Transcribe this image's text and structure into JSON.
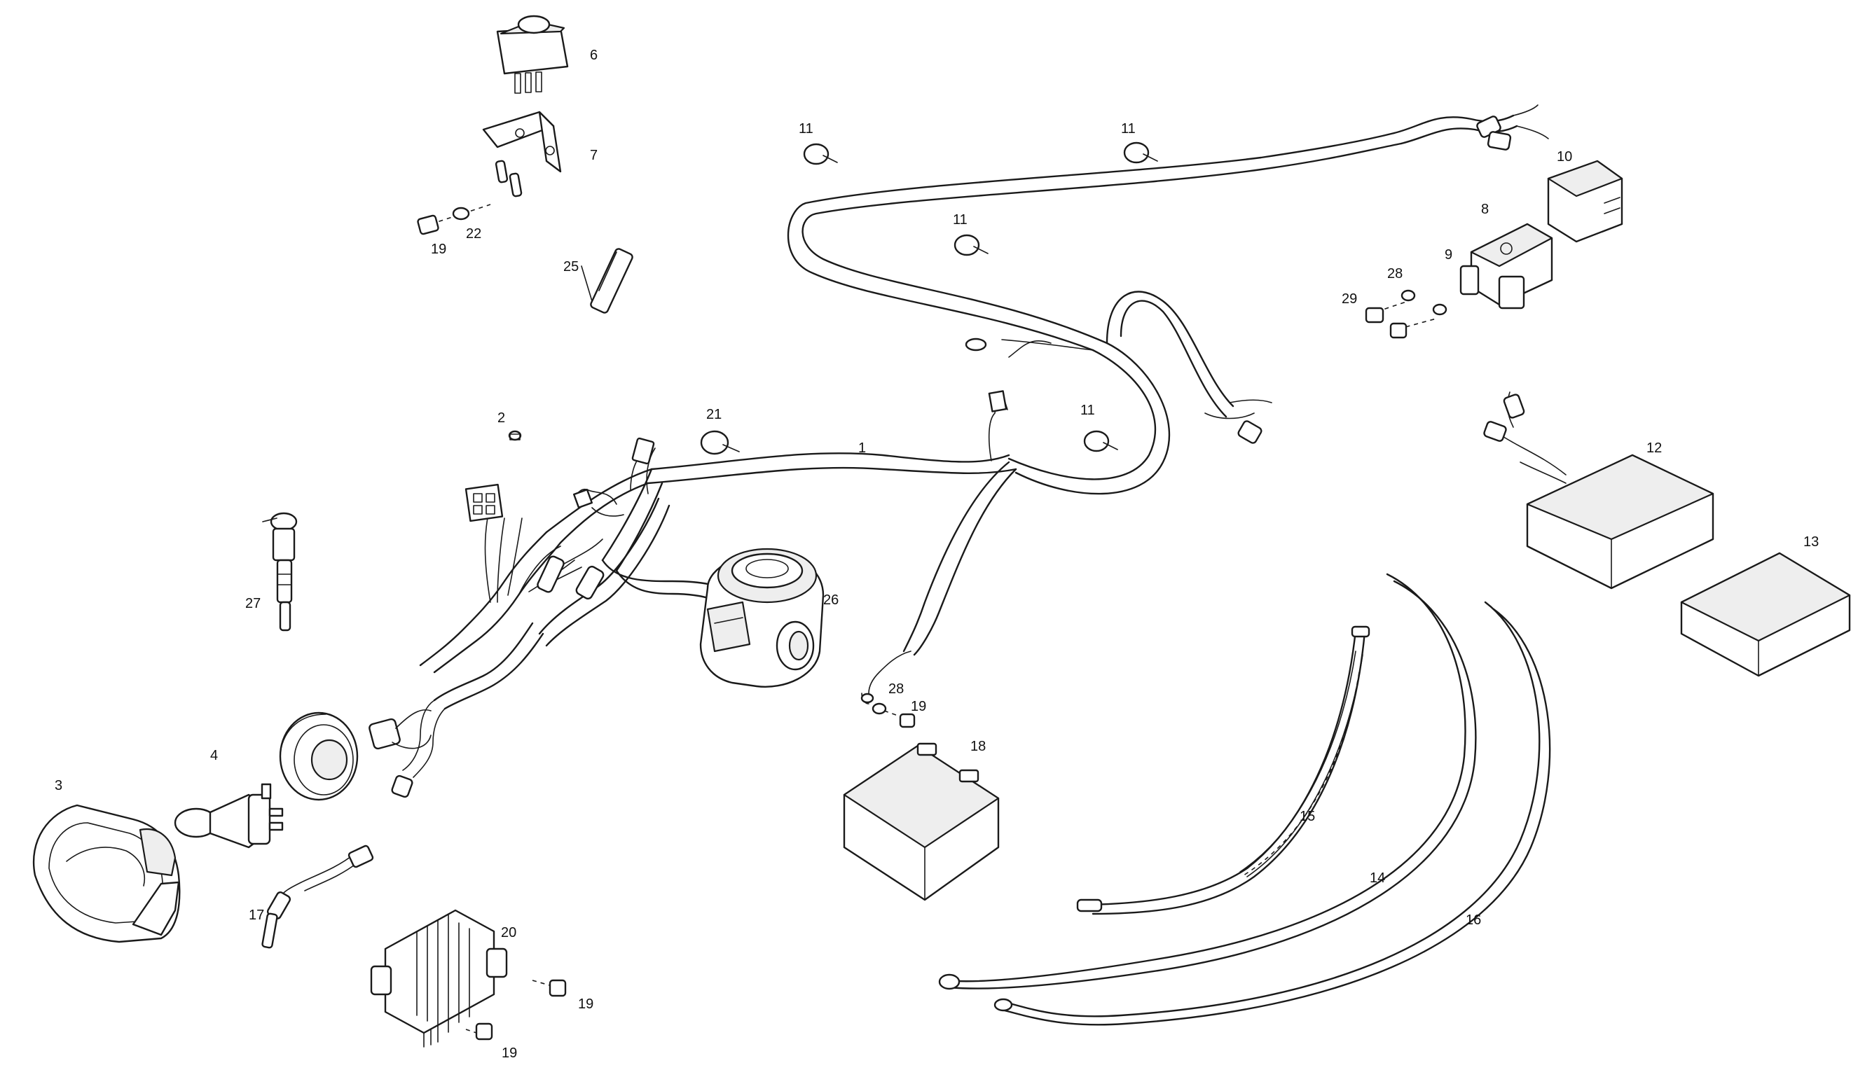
{
  "callouts": [
    "1",
    "2",
    "3",
    "4",
    "6",
    "7",
    "8",
    "9",
    "10",
    "11",
    "11",
    "11",
    "11",
    "12",
    "13",
    "14",
    "15",
    "16",
    "17",
    "18",
    "19",
    "19",
    "19",
    "19",
    "20",
    "21",
    "22",
    "25",
    "26",
    "27",
    "28",
    "28",
    "29"
  ]
}
